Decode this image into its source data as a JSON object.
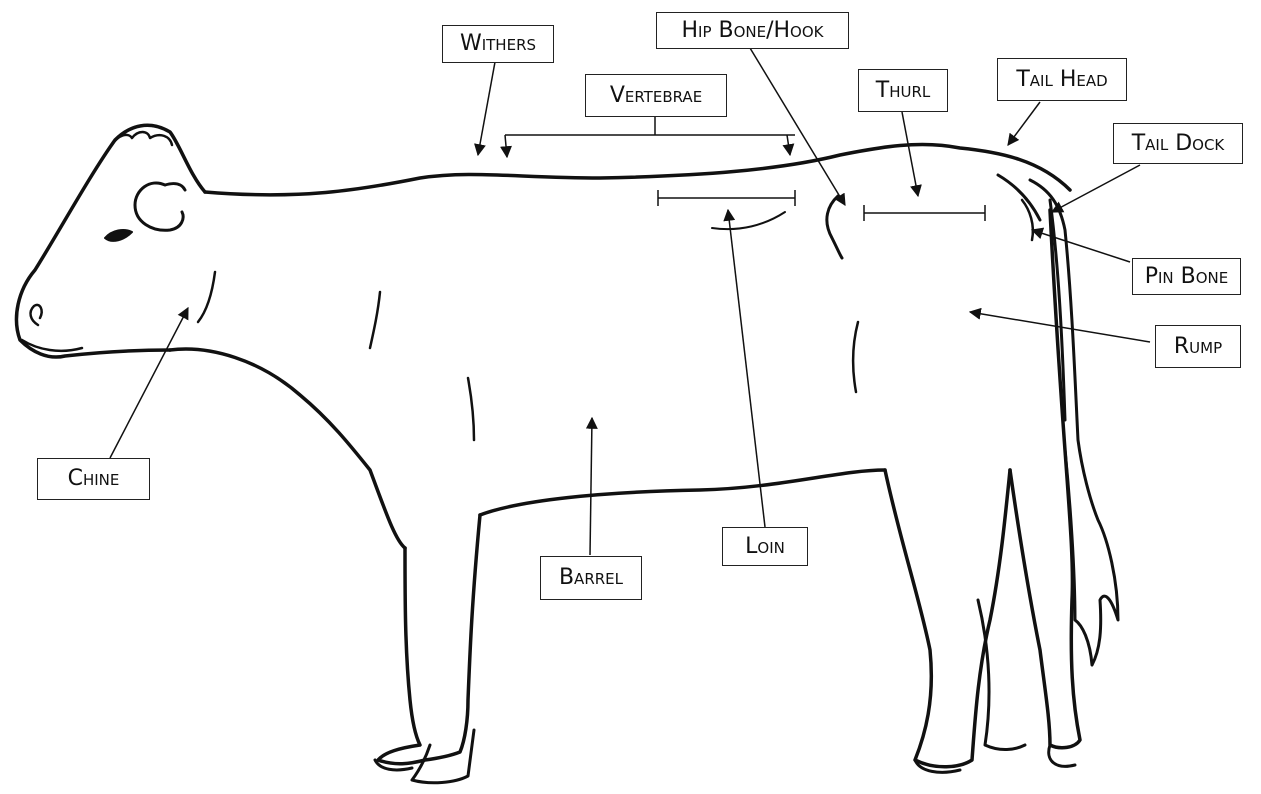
{
  "diagram": {
    "line_color": "#111111",
    "labels": {
      "withers": "Withers",
      "vertebrae": "Vertebrae",
      "hip_bone": "Hip Bone/Hook",
      "thurl": "Thurl",
      "tail_head": "Tail Head",
      "tail_dock": "Tail Dock",
      "pin_bone": "Pin Bone",
      "rump": "Rump",
      "chine": "Chine",
      "loin": "Loin",
      "barrel": "Barrel"
    }
  }
}
